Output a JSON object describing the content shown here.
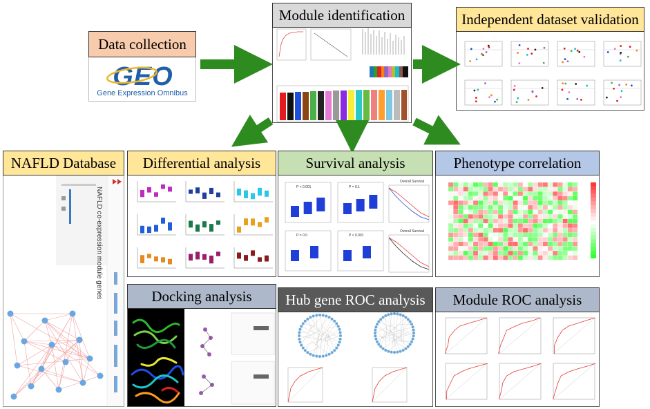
{
  "titles": {
    "data_collection": "Data collection",
    "module_identification": "Module identification",
    "independent_validation": "Independent dataset validation",
    "nafld_database": "NAFLD Database",
    "differential_analysis": "Differential analysis",
    "survival_analysis": "Survival analysis",
    "phenotype_correlation": "Phenotype correlation",
    "docking_analysis": "Docking analysis",
    "hub_gene_roc": "Hub gene ROC analysis",
    "module_roc": "Module ROC analysis"
  },
  "geo": {
    "logo": "GEO",
    "subtitle": "Gene Expression Omnibus"
  },
  "nafld_db": {
    "page_heading": "NAFLD co-expression module genes"
  },
  "survival": {
    "overall_survival": "Overall Survival",
    "pvals": [
      "P < 0.001",
      "P = 0.1",
      "P = 0.0",
      "P < 0.001"
    ]
  },
  "colors": {
    "arrow": "#2e8b1f",
    "title_peach": "#f8cbad",
    "title_gray": "#d9d9d9",
    "title_yellow": "#ffe699",
    "title_green": "#c6e0b4",
    "title_blue": "#b4c7e7",
    "title_dark": "#595959",
    "title_slate": "#adb9ca"
  },
  "icons": {
    "flow_arrows": "arrow-icon"
  }
}
